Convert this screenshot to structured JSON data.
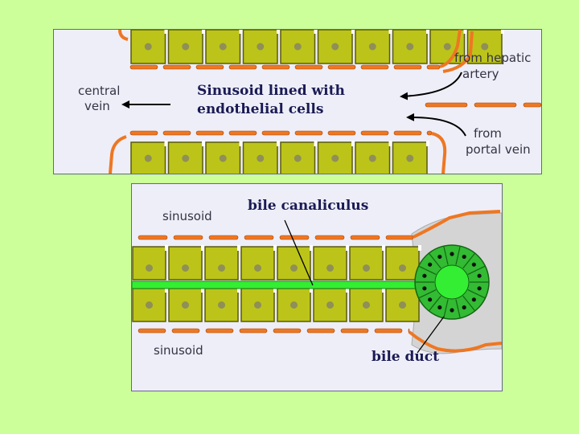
{
  "top_panel": {
    "title_line1": "Sinusoid lined with",
    "title_line2": "endothelial cells",
    "central_vein": [
      "central",
      "vein"
    ],
    "hepatic_artery": [
      "from hepatic",
      "artery"
    ],
    "portal_vein": [
      "from",
      "portal vein"
    ]
  },
  "bottom_panel": {
    "sinusoid_top": "sinusoid",
    "sinusoid_bottom": "sinusoid",
    "bile_canaliculus": "bile canaliculus",
    "bile_duct": "bile duct"
  },
  "colors": {
    "background": "#ccff99",
    "panel": "#eeeef8",
    "hepatocyte": "#bcc41a",
    "hepatocyte_border": "#5a5a10",
    "nucleus": "#8f8f58",
    "endothelium": "#ee7722",
    "canaliculus": "#33ee33",
    "duct_cells": "#33bb33",
    "portal_area": "#d4d4d4",
    "text": "#333344",
    "title_text": "#1a1a55"
  }
}
